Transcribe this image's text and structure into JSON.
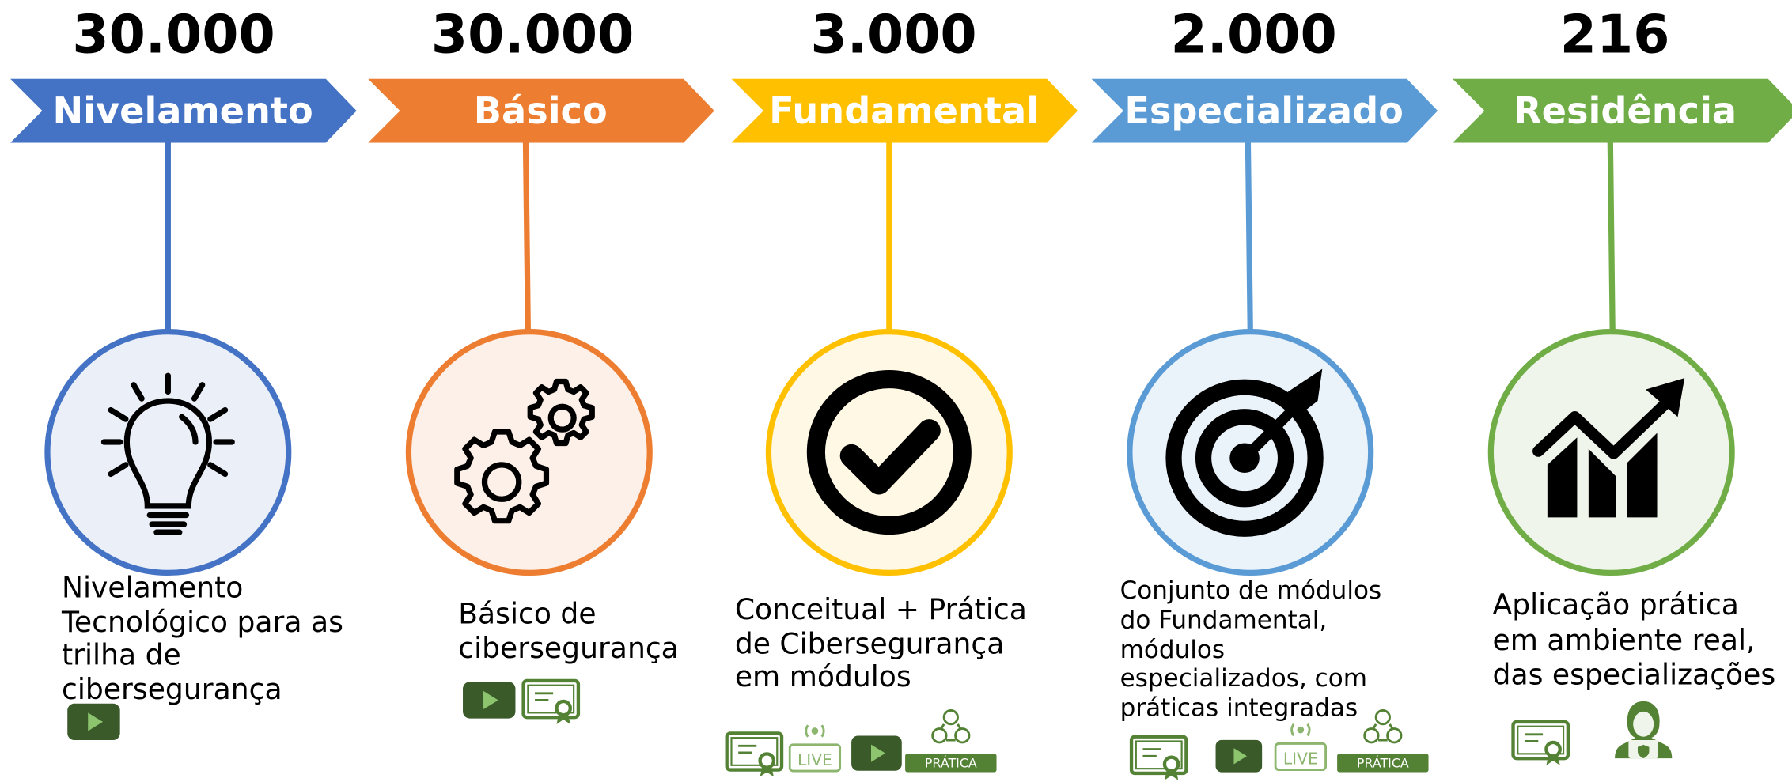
{
  "colors": {
    "nivelamento": "#4472C4",
    "basico": "#ED7D31",
    "fundamental": "#FFC000",
    "especializado": "#5B9BD5",
    "residencia": "#70AD47",
    "icon_green": "#548235",
    "icon_green_light": "#8CB56E",
    "video_dark": "#3A5A2A"
  },
  "stages": [
    {
      "count": "30.000",
      "title": "Nivelamento",
      "icon": "lightbulb-icon",
      "description": "Nivelamento Tecnológico para as trilha de cibersegurança",
      "badges": [
        "video-icon"
      ]
    },
    {
      "count": "30.000",
      "title": "Básico",
      "icon": "gears-icon",
      "description": "Básico de cibersegurança",
      "badges": [
        "video-icon",
        "certificate-icon"
      ]
    },
    {
      "count": "3.000",
      "title": "Fundamental",
      "icon": "check-circle-icon",
      "description": "Conceitual + Prática de Cibersegurança em módulos",
      "badges": [
        "certificate-icon",
        "live-icon",
        "video-icon",
        "practice-icon"
      ],
      "practice_label": "PRÁTICA",
      "live_label": "LIVE"
    },
    {
      "count": "2.000",
      "title": "Especializado",
      "icon": "target-icon",
      "description": "Conjunto de módulos do Fundamental, módulos especializados, com práticas integradas",
      "badges": [
        "certificate-icon",
        "video-icon",
        "live-icon",
        "practice-icon"
      ],
      "practice_label": "PRÁTICA",
      "live_label": "LIVE"
    },
    {
      "count": "216",
      "title": "Residência",
      "icon": "growth-chart-icon",
      "description": "Aplicação prática em ambiente real, das especializações",
      "badges": [
        "certificate-icon",
        "hacker-icon"
      ]
    }
  ]
}
